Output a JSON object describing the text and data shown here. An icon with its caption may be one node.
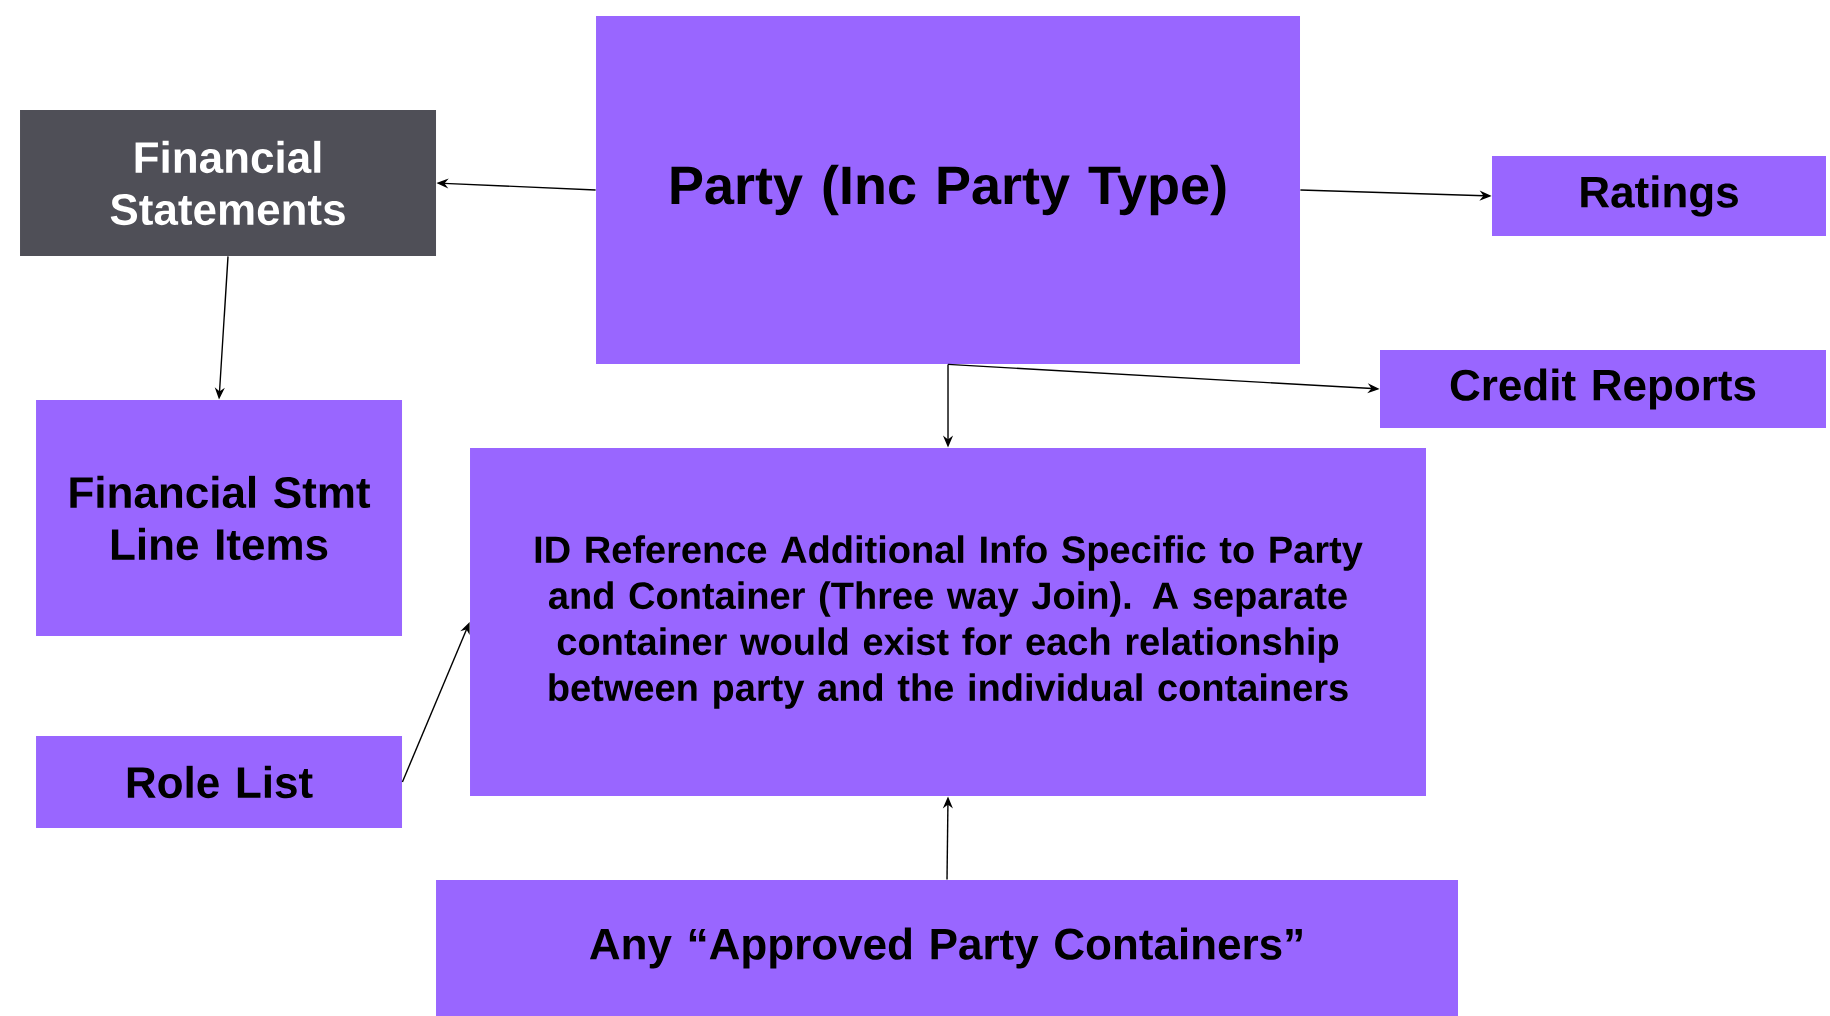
{
  "diagram": {
    "nodes": [
      {
        "text": [
          "Party (Inc Party Type)"
        ]
      },
      {
        "text": [
          "Financial Statements"
        ]
      },
      {
        "text": [
          "Ratings"
        ]
      },
      {
        "text": [
          "Credit Reports"
        ]
      },
      {
        "text": [
          "Financial Stmt Line Items"
        ]
      },
      {
        "text": [
          "ID Reference Additional Info Specific to Party and Container (Three way Join).  A separate container would exist for each relationship between party and the individual containers"
        ]
      },
      {
        "text": [
          "Role List"
        ]
      },
      {
        "text": [
          "Any “Approved Party Containers”"
        ]
      }
    ],
    "edges": [
      {
        "from": 0,
        "to": 1,
        "arrow": "to"
      },
      {
        "from": 0,
        "to": 2,
        "arrow": "to"
      },
      {
        "from": 0,
        "to": 3,
        "arrow": "to"
      },
      {
        "from": 0,
        "to": 5,
        "arrow": "to"
      },
      {
        "from": 1,
        "to": 4,
        "arrow": "to"
      },
      {
        "from": 6,
        "to": 5,
        "arrow": "to"
      },
      {
        "from": 7,
        "to": 5,
        "arrow": "to"
      }
    ]
  }
}
